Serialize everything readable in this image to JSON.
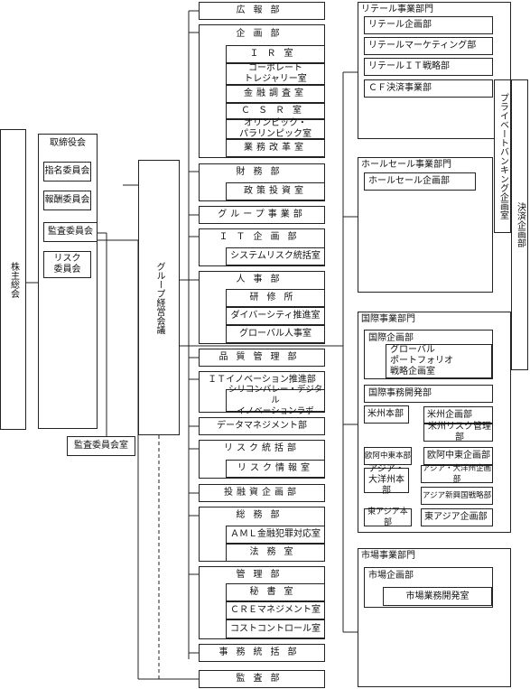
{
  "shareholders": "株主総会",
  "board": {
    "title": "取締役会",
    "committees": [
      "指名委員会",
      "報酬委員会",
      "監査委員会",
      "リスク\n委員会"
    ],
    "audit_office": "監査委員会室"
  },
  "mgmt_council": "グループ経営会議",
  "departments": [
    {
      "name": "広報部"
    },
    {
      "name": "企画部",
      "subs": [
        "ＩＲ室",
        "コーポレート\nトレジャリー室",
        "金融調査室",
        "ＣＳＲ室",
        "オリンピック・\nパラリンピック室",
        "業務改革室"
      ]
    },
    {
      "name": "財務部",
      "subs": [
        "政策投資室"
      ]
    },
    {
      "name": "グループ事業部"
    },
    {
      "name": "ＩＴ企画部",
      "subs": [
        "システムリスク統括室"
      ]
    },
    {
      "name": "人事部",
      "subs": [
        "研修所",
        "ダイバーシティ推進室",
        "グローバル人事室"
      ]
    },
    {
      "name": "品質管理部"
    },
    {
      "name": "ＩＴイノベーション推進部",
      "subs": [
        "シリコンバレー・デジタル\nイノベーションラボ"
      ]
    },
    {
      "name": "データマネジメント部"
    },
    {
      "name": "リスク統括部",
      "subs": [
        "リスク情報室"
      ]
    },
    {
      "name": "投融資企画部"
    },
    {
      "name": "総務部",
      "subs": [
        "ＡＭＬ金融犯罪対応室",
        "法務室"
      ]
    },
    {
      "name": "管理部",
      "subs": [
        "秘書室",
        "ＣＲＥマネジメント室",
        "コストコントロール室"
      ]
    },
    {
      "name": "事務統括部"
    },
    {
      "name": "監査部"
    }
  ],
  "retail": {
    "title": "リテール事業部門",
    "units": [
      "リテール企画部",
      "リテールマーケティング部",
      "リテールＩＴ戦略部",
      "ＣＦ決済事業部"
    ]
  },
  "private_banking": "プライベートバンキング企画室",
  "settlement": "決済企画部",
  "wholesale": {
    "title": "ホールセール事業部門",
    "units": [
      "ホールセール企画部"
    ]
  },
  "international": {
    "title": "国際事業部門",
    "planning": "国際企画部",
    "planning_sub": "グローバル\nポートフォリオ\n戦略企画室",
    "development": "国際事務開発部",
    "americas": {
      "name": "米州本部",
      "subs": [
        "米州企画部",
        "米州リスク管理部"
      ]
    },
    "emea": {
      "name": "欧阿中東本部",
      "subs": [
        "欧阿中東企画部"
      ]
    },
    "apac": {
      "name": "アジア・\n大洋州本部",
      "subs": [
        "アジア・大洋州企画部",
        "アジア新興国戦略部"
      ]
    },
    "east_asia": {
      "name": "東アジア本部",
      "subs": [
        "東アジア企画部"
      ]
    }
  },
  "markets": {
    "title": "市場事業部門",
    "planning": "市場企画部",
    "sub": "市場業務開発室"
  }
}
